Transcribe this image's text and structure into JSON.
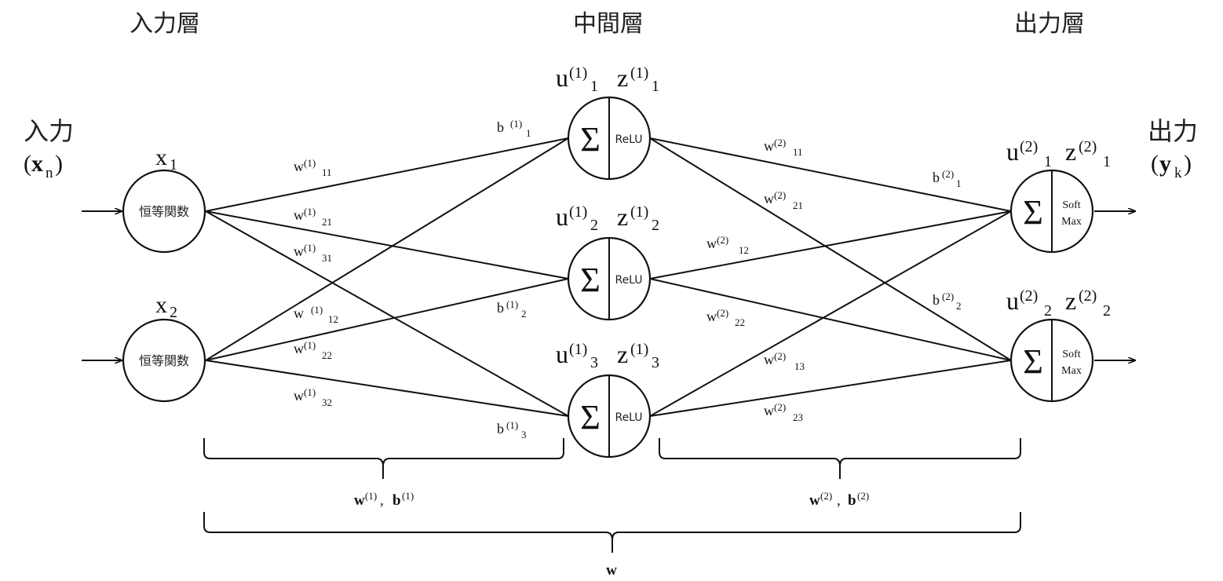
{
  "layers": {
    "input": "入力層",
    "hidden": "中間層",
    "output": "出力層"
  },
  "input_label": {
    "main": "入力",
    "paren_var": "x",
    "paren_sub": "n"
  },
  "output_label": {
    "main": "出力",
    "paren_var": "y",
    "paren_sub": "k"
  },
  "input_nodes": [
    {
      "var": "x",
      "sub": "1",
      "func": "恒等関数"
    },
    {
      "var": "x",
      "sub": "2",
      "func": "恒等関数"
    }
  ],
  "hidden_nodes": [
    {
      "u": "u",
      "z": "z",
      "sup": "(1)",
      "sub": "1",
      "sum": "Σ",
      "func": "ReLU"
    },
    {
      "u": "u",
      "z": "z",
      "sup": "(1)",
      "sub": "2",
      "sum": "Σ",
      "func": "ReLU"
    },
    {
      "u": "u",
      "z": "z",
      "sup": "(1)",
      "sub": "3",
      "sum": "Σ",
      "func": "ReLU"
    }
  ],
  "output_nodes": [
    {
      "u": "u",
      "z": "z",
      "sup": "(2)",
      "sub": "1",
      "sum": "Σ",
      "func_line1": "Soft",
      "func_line2": "Max"
    },
    {
      "u": "u",
      "z": "z",
      "sup": "(2)",
      "sub": "2",
      "sum": "Σ",
      "func_line1": "Soft",
      "func_line2": "Max"
    }
  ],
  "weights1": [
    {
      "sup": "(1)",
      "sub": "11"
    },
    {
      "sup": "(1)",
      "sub": "21"
    },
    {
      "sup": "(1)",
      "sub": "31"
    },
    {
      "sup": "(1)",
      "sub": "12"
    },
    {
      "sup": "(1)",
      "sub": "22"
    },
    {
      "sup": "(1)",
      "sub": "32"
    }
  ],
  "biases1": [
    {
      "sup": "(1)",
      "sub": "1"
    },
    {
      "sup": "(1)",
      "sub": "2"
    },
    {
      "sup": "(1)",
      "sub": "3"
    }
  ],
  "weights2": [
    {
      "sup": "(2)",
      "sub": "11"
    },
    {
      "sup": "(2)",
      "sub": "21"
    },
    {
      "sup": "(2)",
      "sub": "12"
    },
    {
      "sup": "(2)",
      "sub": "22"
    },
    {
      "sup": "(2)",
      "sub": "13"
    },
    {
      "sup": "(2)",
      "sub": "23"
    }
  ],
  "biases2": [
    {
      "sup": "(2)",
      "sub": "1"
    },
    {
      "sup": "(2)",
      "sub": "2"
    }
  ],
  "weight_symbol": "w",
  "bias_symbol": "b",
  "brace_labels": {
    "layer1": {
      "w": "w",
      "w_sup": "(1)",
      "sep": ", ",
      "b": "b",
      "b_sup": "(1)"
    },
    "layer2": {
      "w": "w",
      "w_sup": "(2)",
      "sep": ", ",
      "b": "b",
      "b_sup": "(2)"
    },
    "all": "w"
  }
}
